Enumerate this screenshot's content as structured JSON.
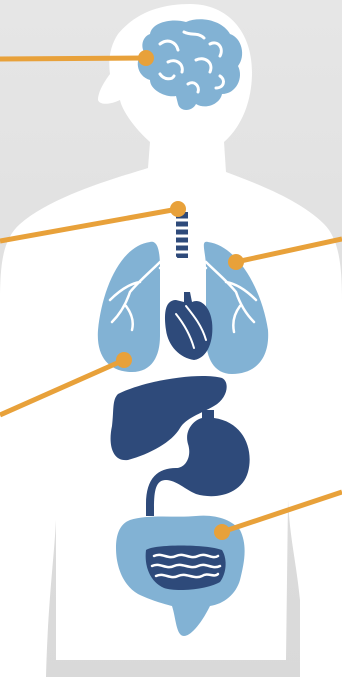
{
  "diagram": {
    "colors": {
      "background_top": "#e6e6e6",
      "background_bottom": "#d9d9d9",
      "silhouette": "#ffffff",
      "light_organ": "#82b2d4",
      "dark_organ": "#2e4a7a",
      "pointer": "#e8a13a",
      "vein": "#ffffff"
    },
    "organs": [
      {
        "id": "brain",
        "icon": "brain-icon"
      },
      {
        "id": "trachea",
        "icon": "trachea-icon"
      },
      {
        "id": "lungs",
        "icon": "lungs-icon"
      },
      {
        "id": "heart",
        "icon": "heart-icon"
      },
      {
        "id": "liver",
        "icon": "liver-icon"
      },
      {
        "id": "stomach",
        "icon": "stomach-icon"
      },
      {
        "id": "large-intestine",
        "icon": "large-intestine-icon"
      },
      {
        "id": "small-intestine",
        "icon": "small-intestine-icon"
      }
    ],
    "pointers": [
      {
        "target": "brain"
      },
      {
        "target": "trachea"
      },
      {
        "target": "lungs"
      },
      {
        "target": "lungs"
      },
      {
        "target": "large-intestine"
      }
    ]
  }
}
